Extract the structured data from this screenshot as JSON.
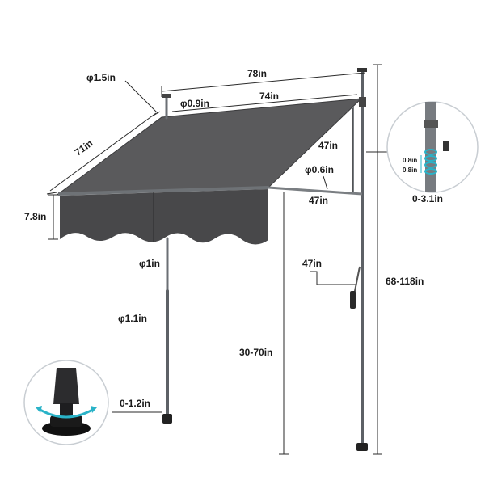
{
  "labels": {
    "pole_top_diameter": "φ1.5in",
    "overall_width": "78in",
    "connector_diameter": "φ0.9in",
    "fabric_width": "74in",
    "projection": "71in",
    "crank_height": "47in",
    "arm_diameter": "φ0.6in",
    "arm_length": "47in",
    "valance_height": "7.8in",
    "front_pole_diameter": "φ1in",
    "lower_pole_diameter": "φ1.1in",
    "crank_length": "47in",
    "front_height": "30-70in",
    "foot_adjust": "0-1.2in",
    "rear_height": "68-118in",
    "spring_adjust": "0-3.1in",
    "spring_gap_a": "0.8in",
    "spring_gap_b": "0.8in"
  },
  "colors": {
    "canopy": "#4a4a4c",
    "canopy_top": "#5a5a5c",
    "pole": "#5d6166",
    "accent": "#2ab3c8",
    "foot": "#111111"
  },
  "icons": {
    "foot_detail": "foot-rotate-icon",
    "spring_detail": "spring-clamp-icon"
  }
}
